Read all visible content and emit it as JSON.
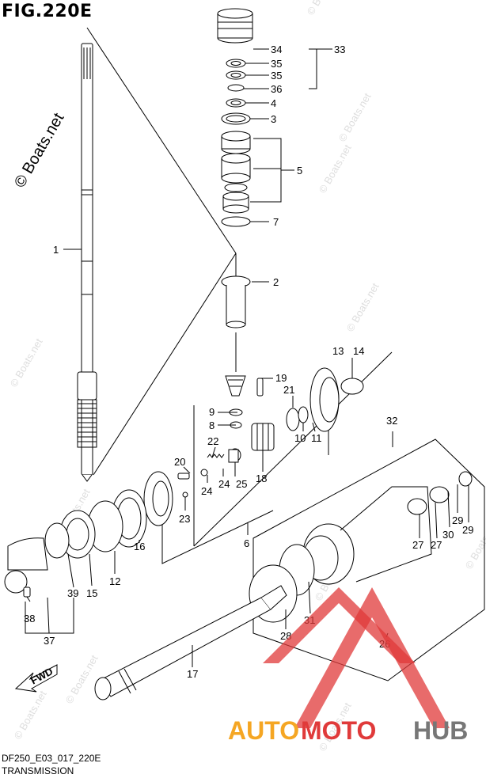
{
  "figure": {
    "title": "FIG.220E",
    "code": "DF250_E03_017_220E",
    "name": "TRANSMISSION",
    "copyright": "© Boats.net",
    "watermark": "© Boats.net"
  },
  "logo": {
    "text_auto": "AUTO",
    "text_moto": "MOTO",
    "text_hub": "HUB",
    "color_red": "#e03a3a",
    "color_orange": "#f5a623",
    "color_gray": "#777777"
  },
  "direction": {
    "label": "FWD"
  },
  "callouts": [
    "1",
    "2",
    "3",
    "4",
    "5",
    "6",
    "7",
    "8",
    "9",
    "10",
    "11",
    "12",
    "13",
    "14",
    "15",
    "16",
    "17",
    "18",
    "19",
    "20",
    "21",
    "22",
    "23",
    "24",
    "24",
    "25",
    "26",
    "27",
    "27",
    "28",
    "29",
    "29",
    "30",
    "31",
    "32",
    "33",
    "34",
    "35",
    "35",
    "36",
    "37",
    "38",
    "39"
  ]
}
